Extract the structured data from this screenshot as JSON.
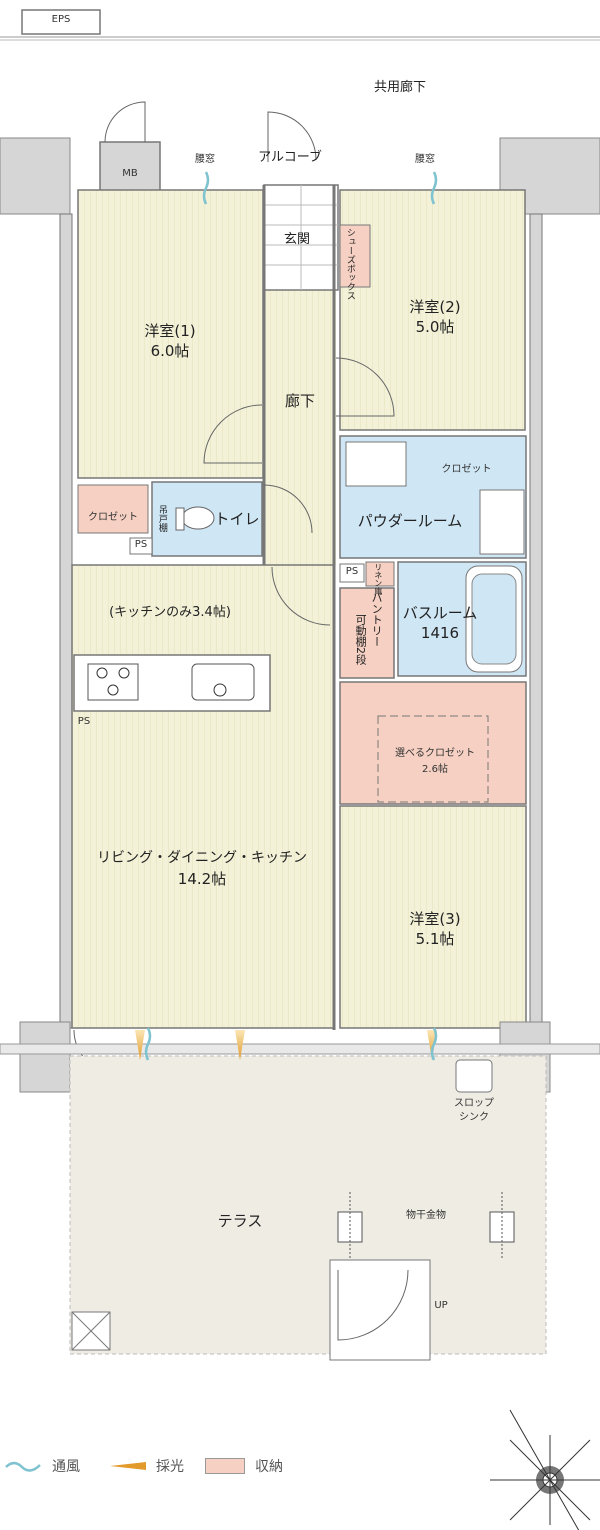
{
  "rooms": {
    "eps": "EPS",
    "common_corridor": "共用廊下",
    "mb": "MB",
    "waist_window_left": "腰窓",
    "waist_window_right": "腰窓",
    "alcove": "アルコーブ",
    "entrance": "玄関",
    "shoe_box": "シューズボックス",
    "western1_name": "洋室(1)",
    "western1_size": "6.0帖",
    "western2_name": "洋室(2)",
    "western2_size": "5.0帖",
    "hallway": "廊下",
    "closet_left": "クロゼット",
    "closet_right": "クロゼット",
    "hanging_shelf": "吊戸棚",
    "toilet": "トイレ",
    "powder_room": "パウダールーム",
    "ps1": "PS",
    "ps2": "PS",
    "ps3": "PS",
    "linen": "リネン庫",
    "kitchen_only": "(キッチンのみ3.4帖)",
    "pantry": "パントリー",
    "pantry_shelf": "可動棚2段",
    "bathroom": "バスルーム",
    "bath_size": "1416",
    "select_closet_name": "選べるクロゼット",
    "select_closet_size": "2.6帖",
    "ldk_name": "リビング・ダイニング・キッチン",
    "ldk_size": "14.2帖",
    "western3_name": "洋室(3)",
    "western3_size": "5.1帖",
    "slop_sink_1": "スロップ",
    "slop_sink_2": "シンク",
    "terrace": "テラス",
    "drying_hardware": "物干金物",
    "up": "UP"
  },
  "legend": {
    "ventilation": "通風",
    "daylight": "採光",
    "storage": "収納"
  },
  "colors": {
    "room_fill": "#f3f2d9",
    "storage_fill": "#f5d0c3",
    "wet_fill": "#cfe6f4",
    "terrace_fill": "#efece4",
    "structure": "#d6d6d6",
    "wall": "#7a7a7a",
    "vent": "#7fc3d0",
    "light": "#e29a2b"
  }
}
